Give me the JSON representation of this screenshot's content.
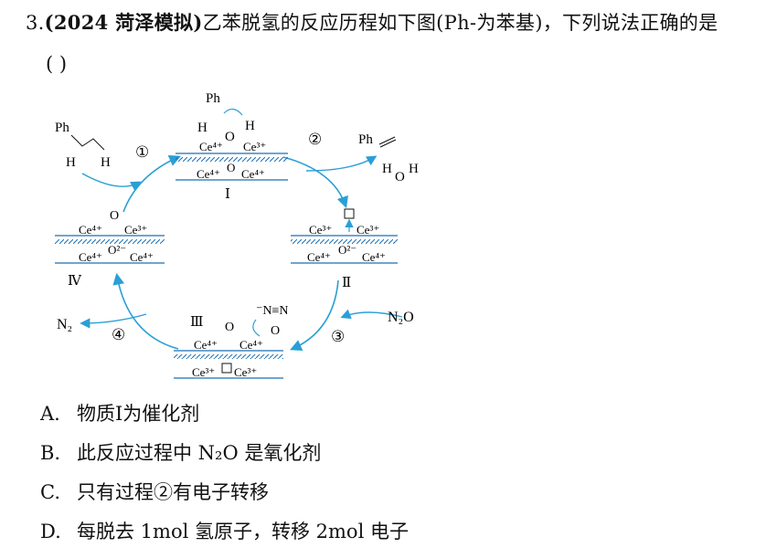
{
  "question": {
    "number": "3.",
    "source": "(2024 菏泽模拟)",
    "stem": "乙苯脱氢的反应历程如下图(Ph-为苯基)，下列说法正确的是",
    "blank": "(        )"
  },
  "diagram": {
    "step_labels": [
      "①",
      "②",
      "③",
      "④"
    ],
    "intermediates": [
      "Ⅰ",
      "Ⅱ",
      "Ⅲ",
      "Ⅳ"
    ],
    "species": {
      "reactant_ph": "Ph",
      "h": "H",
      "product_ph": "Ph",
      "water_h": "H",
      "water_o": "O",
      "n2o": "N₂O",
      "n2": "N₂",
      "ce4": "Ce⁴⁺",
      "ce3": "Ce³⁺",
      "o": "O",
      "o2minus": "O²⁻",
      "vacancy": "□",
      "nn": "⁻N≡N"
    },
    "colors": {
      "arrow": "#2a9fd6",
      "surface": "#1a6fb3",
      "ink": "#111111"
    }
  },
  "options": [
    {
      "key": "A.",
      "text": "物质Ⅰ为催化剂"
    },
    {
      "key": "B.",
      "text": "此反应过程中 N₂O 是氧化剂"
    },
    {
      "key": "C.",
      "text": "只有过程②有电子转移"
    },
    {
      "key": "D.",
      "text": "每脱去 1mol 氢原子，转移 2mol 电子"
    }
  ]
}
